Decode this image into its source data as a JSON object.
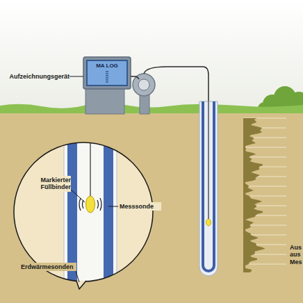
{
  "diagram": {
    "nodes": [
      {
        "text": [
          "MA LOG"
        ]
      }
    ],
    "labels": [
      "Aufzeichnungsgerät",
      "Markierter Füllbinder",
      "Messsonde",
      "Erdwärmesonden",
      "Aus aus Mes"
    ]
  }
}
